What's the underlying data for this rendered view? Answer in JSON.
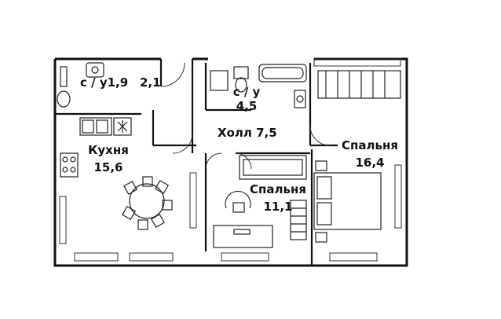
{
  "rooms": {
    "bath1": {
      "name": "с / у",
      "area": "1,9"
    },
    "bath1_extra": {
      "area": "2,1"
    },
    "bath2": {
      "name": "с / у",
      "area": "4,5"
    },
    "hall": {
      "name": "Холл",
      "area": "7,5"
    },
    "kitchen": {
      "name": "Кухня",
      "area": "15,6"
    },
    "bedroom_small": {
      "name": "Спальня",
      "area": "11,1"
    },
    "bedroom_large": {
      "name": "Спальня",
      "area": "16,4"
    }
  },
  "colors": {
    "wall": "#111111",
    "line": "#222222",
    "background": "#ffffff"
  }
}
